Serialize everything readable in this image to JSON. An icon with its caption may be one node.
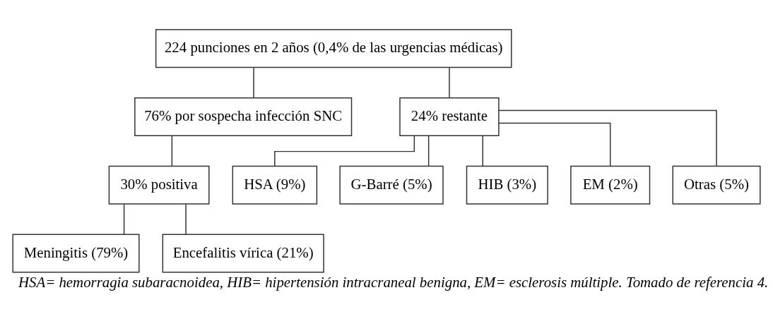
{
  "diagram": {
    "caption": "HSA= hemorragia subaracnoidea, HIB= hipertensión intracraneal benigna, EM= esclerosis múltiple. Tomado de referencia 4.",
    "nodes": [
      {
        "text": [
          "224 punciones en 2 años (0,4% de las urgencias médicas)"
        ]
      },
      {
        "text": [
          "76% por sospecha infección SNC"
        ]
      },
      {
        "text": [
          "24% restante"
        ]
      },
      {
        "text": [
          "30% positiva"
        ]
      },
      {
        "text": [
          "Meningitis (79%)"
        ]
      },
      {
        "text": [
          "Encefalitis vírica (21%)"
        ]
      },
      {
        "text": [
          "HSA (9%)"
        ]
      },
      {
        "text": [
          "G-Barré (5%)"
        ]
      },
      {
        "text": [
          "HIB (3%)"
        ]
      },
      {
        "text": [
          "EM (2%)"
        ]
      },
      {
        "text": [
          "Otras (5%)"
        ]
      }
    ],
    "edges": [
      {
        "from": 0,
        "to": 1,
        "arrow": "none"
      },
      {
        "from": 0,
        "to": 2,
        "arrow": "none"
      },
      {
        "from": 1,
        "to": 3,
        "arrow": "none"
      },
      {
        "from": 3,
        "to": 4,
        "arrow": "none"
      },
      {
        "from": 3,
        "to": 5,
        "arrow": "none"
      },
      {
        "from": 2,
        "to": 6,
        "arrow": "none"
      },
      {
        "from": 2,
        "to": 7,
        "arrow": "none"
      },
      {
        "from": 2,
        "to": 8,
        "arrow": "none"
      },
      {
        "from": 2,
        "to": 9,
        "arrow": "none"
      },
      {
        "from": 2,
        "to": 10,
        "arrow": "none"
      }
    ]
  }
}
